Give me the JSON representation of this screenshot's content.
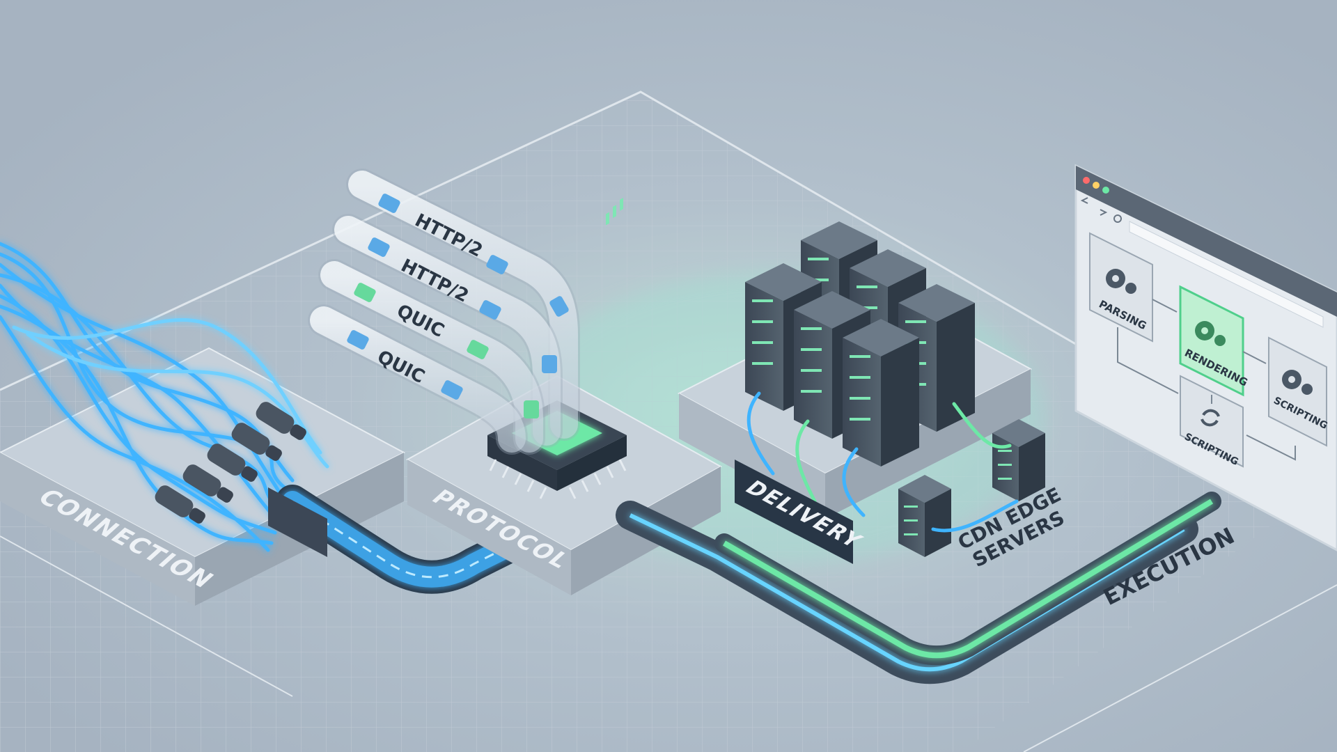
{
  "colors": {
    "background": "#a9b6c4",
    "platform_top": "#c9d3dc",
    "platform_side": "#aab5c0",
    "fiber": "#3fb4ff",
    "accent_green": "#66e3a4",
    "server_body": "#4b5866",
    "label_dark": "#283646"
  },
  "stages": {
    "connection": "CONNECTION",
    "protocol": "PROTOCOL",
    "delivery": "DELIVERY",
    "cdn_line1": "CDN EDGE",
    "cdn_line2": "SERVERS",
    "execution": "EXECUTION"
  },
  "tubes": [
    "HTTP/2",
    "HTTP/2",
    "QUIC",
    "QUIC"
  ],
  "browser": {
    "parsing": "PARSING",
    "rendering": "RENDERING",
    "scripting_right": "SCRIPTING",
    "scripting_bottom": "SCRIPTING"
  },
  "icons": {
    "gear": "gear-icon",
    "refresh": "refresh-icon",
    "chip": "processor-chip-icon",
    "server": "server-rack-icon"
  }
}
